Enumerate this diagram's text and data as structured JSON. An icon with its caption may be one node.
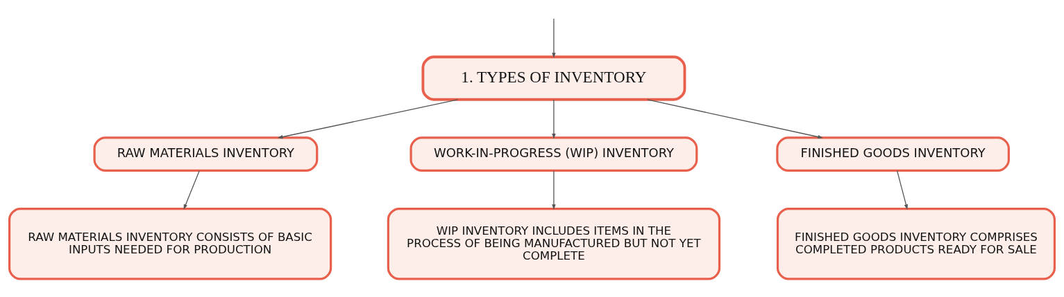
{
  "diagram": {
    "nodes": [
      {
        "text": [
          "1. TYPES OF INVENTORY"
        ]
      },
      {
        "text": [
          "RAW MATERIALS INVENTORY"
        ]
      },
      {
        "text": [
          "WORK-IN-PROGRESS (WIP) INVENTORY"
        ]
      },
      {
        "text": [
          "FINISHED GOODS INVENTORY"
        ]
      },
      {
        "text": [
          "RAW MATERIALS INVENTORY CONSISTS OF BASIC INPUTS NEEDED FOR PRODUCTION"
        ]
      },
      {
        "text": [
          "WIP INVENTORY INCLUDES ITEMS IN THE PROCESS OF BEING MANUFACTURED BUT NOT YET COMPLETE"
        ]
      },
      {
        "text": [
          "FINISHED GOODS INVENTORY COMPRISES COMPLETED PRODUCTS READY FOR SALE"
        ]
      }
    ],
    "edges": [
      {
        "from": null,
        "to": 0,
        "arrow": "to"
      },
      {
        "from": 0,
        "to": 1,
        "arrow": "to"
      },
      {
        "from": 0,
        "to": 2,
        "arrow": "to"
      },
      {
        "from": 0,
        "to": 3,
        "arrow": "to"
      },
      {
        "from": 1,
        "to": 4,
        "arrow": "to"
      },
      {
        "from": 2,
        "to": 5,
        "arrow": "to"
      },
      {
        "from": 3,
        "to": 6,
        "arrow": "to"
      }
    ]
  }
}
